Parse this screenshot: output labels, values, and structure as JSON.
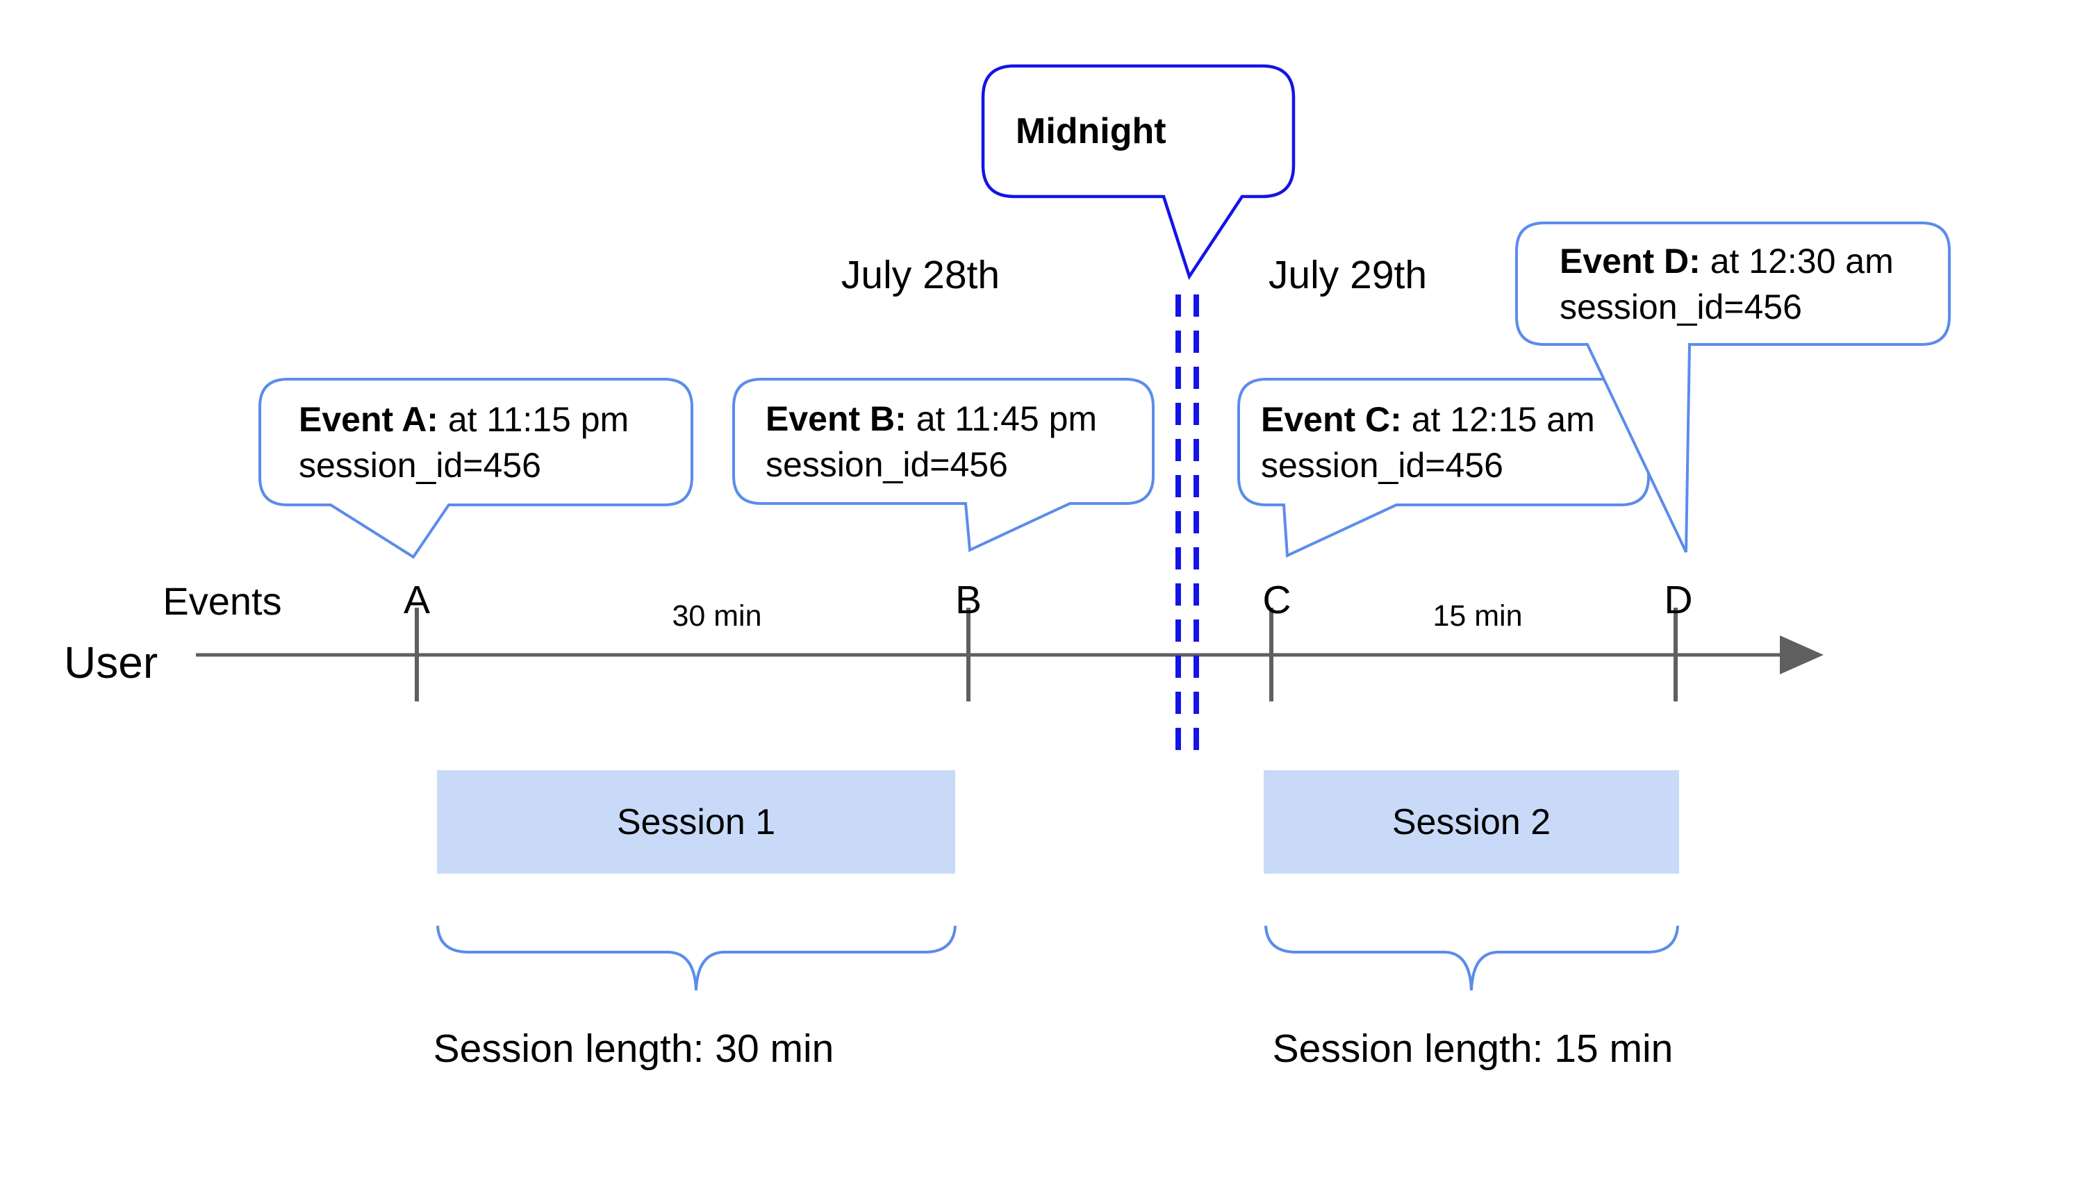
{
  "midnight": {
    "label": "Midnight"
  },
  "dates": {
    "left": "July 28th",
    "right": "July 29th"
  },
  "axis": {
    "events_label": "Events",
    "user_label": "User",
    "interval_left": "30 min",
    "interval_right": "15 min"
  },
  "events": [
    {
      "tick": "A",
      "bold": "Event A:",
      "rest": " at 11:15 pm",
      "line2": "session_id=456"
    },
    {
      "tick": "B",
      "bold": "Event B:",
      "rest": " at 11:45 pm",
      "line2": "session_id=456"
    },
    {
      "tick": "C",
      "bold": "Event C:",
      "rest": " at 12:15 am",
      "line2": "session_id=456"
    },
    {
      "tick": "D",
      "bold": "Event D:",
      "rest": " at 12:30 am",
      "line2": "session_id=456"
    }
  ],
  "sessions": [
    {
      "label": "Session 1",
      "length_label": "Session length: 30 min"
    },
    {
      "label": "Session 2",
      "length_label": "Session length: 15 min"
    }
  ],
  "colors": {
    "callout_border": "#5b8ceb",
    "midnight_blue": "#1414e6",
    "timeline_gray": "#5f5f5f",
    "session_fill": "#c9daf8",
    "text": "#000000"
  }
}
